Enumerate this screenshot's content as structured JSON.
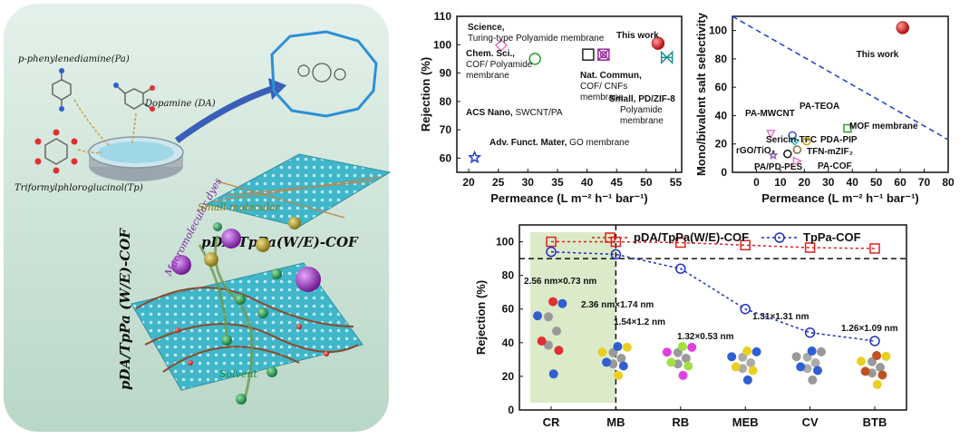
{
  "schematic": {
    "pa_label": "p-phenylenediamine(Pa)",
    "da_label": "Dopamine (DA)",
    "tp_label": "Triformylphloroglucinol(Tp)",
    "membrane_label": "pDA/TpPa(W/E)-COF",
    "side_label": "pDA/TpPa (W/E)-COF",
    "macro_label": "Macromolecular dyes",
    "small_label": "Small molecular",
    "solvent_label": "Solvent",
    "colors": {
      "panel_bg": "#cfe6dc",
      "membrane": "#3fb6c9",
      "arrow": "#3a5fb8"
    }
  },
  "chart_data": [
    {
      "type": "scatter",
      "id": "rejection-vs-permeance",
      "xlabel": "Permeance (L m⁻² h⁻¹ bar⁻¹)",
      "ylabel": "Rejection (%)",
      "xlim": [
        18,
        56
      ],
      "ylim": [
        55,
        110
      ],
      "xticks": [
        20,
        25,
        30,
        35,
        40,
        45,
        50,
        55
      ],
      "yticks": [
        60,
        70,
        80,
        90,
        100,
        110
      ],
      "points": [
        {
          "x": 25.5,
          "y": 99.8,
          "marker": "diamond",
          "color": "#e377c2",
          "label_bold": "Science,",
          "label_rest": "Turing-type Polyamide membrane"
        },
        {
          "x": 31.2,
          "y": 95.0,
          "marker": "circle",
          "color": "#2ca02c",
          "label_bold": "Chem. Sci.,",
          "label_rest": "COF/ Polyamide membrane"
        },
        {
          "x": 40.2,
          "y": 96.5,
          "marker": "square",
          "color": "#222222",
          "label_bold": "Nat. Commun,",
          "label_rest": "COF/ CNFs membrane"
        },
        {
          "x": 42.8,
          "y": 96.5,
          "marker": "xbox",
          "color": "#9c2a9c",
          "label_bold": "ACS Nano,",
          "label_rest": "SWCNT/PA"
        },
        {
          "x": 53.5,
          "y": 95.5,
          "marker": "bowtie",
          "color": "#1f8f8f",
          "label_bold": "Small, PD/ZIF-8",
          "label_rest": "Polyamide membrane"
        },
        {
          "x": 21.0,
          "y": 60.2,
          "marker": "star",
          "color": "#1f3fd0",
          "label_bold": "Adv. Funct. Mater,",
          "label_rest": "GO membrane"
        },
        {
          "x": 52.0,
          "y": 100.5,
          "marker": "sphere",
          "color": "#e30000",
          "label_bold": "This work",
          "label_rest": ""
        }
      ],
      "highlight": "This work"
    },
    {
      "type": "scatter",
      "id": "selectivity-vs-permeance",
      "xlabel": "Permeance (L m⁻² h⁻¹ bar⁻¹)",
      "ylabel": "Mono/bivalent salt selectivity",
      "xlim": [
        -10,
        80
      ],
      "ylim": [
        0,
        110
      ],
      "xticks": [
        0,
        10,
        20,
        30,
        40,
        50,
        60,
        70,
        80
      ],
      "yticks": [
        0,
        20,
        40,
        60,
        80,
        100
      ],
      "trend_line": {
        "x": [
          -10,
          80
        ],
        "y": [
          110,
          23
        ]
      },
      "points": [
        {
          "x": 61,
          "y": 102,
          "label": "This work",
          "color": "#e30000",
          "marker": "sphere"
        },
        {
          "x": 6,
          "y": 27,
          "label": "PA-MWCNT",
          "color": "#e377c2",
          "marker": "triangle-down"
        },
        {
          "x": 15,
          "y": 26,
          "label": "PA-TEOA",
          "color": "#3050c0",
          "marker": "circle"
        },
        {
          "x": 38,
          "y": 31,
          "label": "MOF membrane",
          "color": "#2ca02c",
          "marker": "square"
        },
        {
          "x": 16,
          "y": 22,
          "label": "Sericin-TFC",
          "color": "#17becf",
          "marker": "diamond"
        },
        {
          "x": 21,
          "y": 22,
          "label": "PDA-PIP",
          "color": "#d4a017",
          "marker": "circle"
        },
        {
          "x": 17,
          "y": 16,
          "label": "TFN-mZIF₂",
          "color": "#8a6d3b",
          "marker": "circle"
        },
        {
          "x": 7,
          "y": 12,
          "label": "rGO/TiO₂",
          "color": "#9467bd",
          "marker": "star"
        },
        {
          "x": 13,
          "y": 13,
          "label": "PA/PD-PES",
          "color": "#111111",
          "marker": "circle"
        },
        {
          "x": 17,
          "y": 8,
          "label": "PA-COF",
          "color": "#e377c2",
          "marker": "triangle-right"
        }
      ],
      "highlight": "This work"
    },
    {
      "type": "line",
      "id": "dye-rejection",
      "ylabel": "Rejection (%)",
      "ylim": [
        0,
        110
      ],
      "yticks": [
        0,
        20,
        40,
        60,
        80,
        100
      ],
      "categories": [
        "CR",
        "MB",
        "RB",
        "MEB",
        "CV",
        "BTB"
      ],
      "reference_line": 90,
      "series": [
        {
          "name": "pDA/TpPa(W/E)-COF",
          "values": [
            100,
            100,
            99.5,
            98,
            96.5,
            96
          ],
          "color": "#e02020",
          "marker": "square"
        },
        {
          "name": "TpPa-COF",
          "values": [
            94,
            92.5,
            84,
            60,
            46,
            41
          ],
          "color": "#2030c0",
          "marker": "circle"
        }
      ],
      "size_labels": [
        "2.56 nm×0.73 nm",
        "2.36 nm×1.74 nm",
        "1.54×1.2 nm",
        "1.32×0.53 nm",
        "1.31×1.31 nm",
        "1.26×1.09 nm"
      ]
    }
  ]
}
